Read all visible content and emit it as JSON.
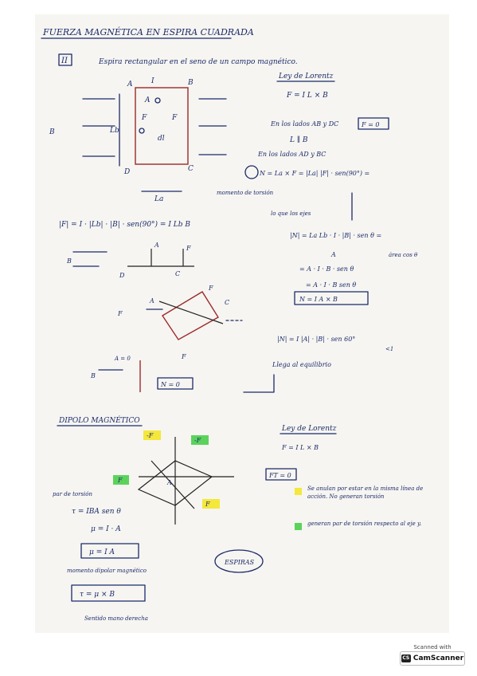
{
  "page": {
    "title": "FUERZA MAGNÉTICA EN ESPIRA CUADRADA",
    "section_number": "II",
    "intro": "Espira rectangular en el seno de un campo magnético.",
    "diagram_rect": {
      "A": "A",
      "B": "B",
      "C": "C",
      "D": "D",
      "I": "I",
      "Lb": "Lb",
      "La": "La",
      "Bvec": "B",
      "Avec": "A",
      "F": "F",
      "dl": "dl"
    },
    "lorentz": {
      "title": "Ley de Lorentz",
      "formula": "F = I L × B",
      "ab_dc": "En los lados AB y DC",
      "f_zero": "F = 0",
      "l_par_b": "L ∥ B",
      "ad_bc": "En los lados AD y BC",
      "torque_eq": "N = La × F = |La| |F| · sen(90°) =",
      "momento_torsor": "momento de torsión",
      "lo_que": "lo que los ejes"
    },
    "force_eq": "|F| = I · |Lb| · |B| · sen(90°) = I Lb B",
    "n_derivation": {
      "n1": "|N| = La Lb · I · |B| · sen θ =",
      "a_label": "A",
      "area_note": "área cos θ",
      "n2": "= A · I · B · sen θ",
      "n3": "= A · I · B sen θ",
      "n_box": "N = I A × B",
      "n4": "|N| = I |A| · |B| · sen 60°",
      "lt1": "<1",
      "equilibrio": "Llega al equilibrio"
    },
    "tilted": {
      "A": "A",
      "F": "F",
      "C": "C",
      "D": "D"
    },
    "equil_diag": {
      "A0": "A = 0",
      "B": "B",
      "nbox": "N = 0"
    },
    "dipolo": {
      "title": "DIPOLO MAGNÉTICO",
      "f_neg": "-F",
      "f_pos": "F",
      "lorentz_title": "Ley de Lorentz",
      "lorentz_formula": "F = I L × B",
      "ft_zero": "FT = 0",
      "note1": "Se anulan por estar en la misma línea de acción. No generan torsión",
      "note2": "generan par de torsión respecto al eje y.",
      "par_torsion": "par de torsión",
      "tau1": "τ = IBA sen θ",
      "mu": "μ = I · A",
      "mu_box": "μ = I A",
      "momento_dipolar": "momento dipolar magnético",
      "tau_box": "τ = μ × B",
      "sentido": "Sentido mano derecha",
      "espiras": "ESPIRAS"
    }
  },
  "scanner": {
    "caption": "Scanned with",
    "brand": "CamScanner",
    "logo": "CS"
  },
  "colors": {
    "ink": "#1b2a6b",
    "loop_red": "#9c2a2a",
    "highlight_yellow": "#f3e83b",
    "highlight_green": "#5bd35b"
  }
}
